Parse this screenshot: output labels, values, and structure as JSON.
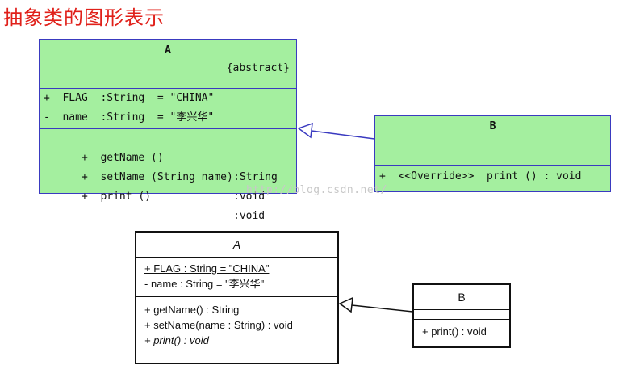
{
  "title": "抽象类的图形表示",
  "watermark": "http://blog.csdn.net/",
  "diagram1": {
    "classA": {
      "name": "A",
      "stereotype": "{abstract}",
      "attributes": [
        "+  FLAG  :String  = \"CHINA\"",
        "-  name  :String  = \"李兴华\""
      ],
      "operations": [
        {
          "sig": "+  getName ()",
          "type": ":String"
        },
        {
          "sig": "+  setName (String name)",
          "type": ":void"
        },
        {
          "sig": "+  print ()",
          "type": ":void"
        }
      ]
    },
    "classB": {
      "name": "B",
      "operations": [
        "+  <<Override>>  print () : void"
      ]
    }
  },
  "diagram2": {
    "classA": {
      "name": "A",
      "attributes": [
        "+ FLAG : String = \"CHINA\"",
        "- name : String = \"李兴华\""
      ],
      "operations": [
        "+ getName() : String",
        "+ setName(name : String) : void",
        "+ print() : void"
      ]
    },
    "classB": {
      "name": "B",
      "operations": [
        "+ print() : void"
      ]
    }
  },
  "colors": {
    "green_fill": "#a4ef9f",
    "green_border": "#3a3ac0",
    "title_red": "#e0201a"
  }
}
